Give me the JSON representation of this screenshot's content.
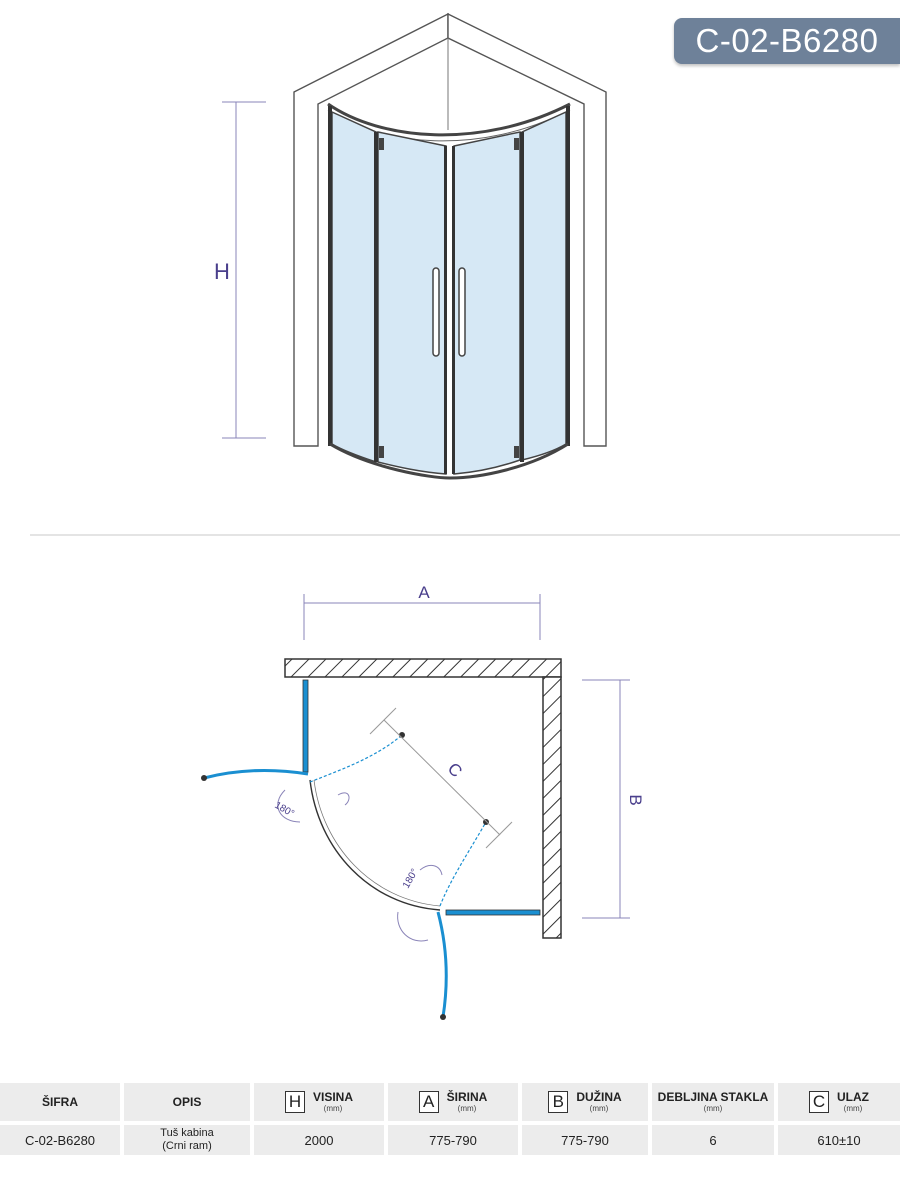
{
  "product_code": "C-02-B6280",
  "dimension_labels": {
    "h": "H",
    "a": "A",
    "b": "B",
    "c": "C",
    "angle_left": "180°",
    "angle_right": "180°"
  },
  "table": {
    "headers": {
      "sifra": "ŠIFRA",
      "opis": "OPIS",
      "visina_letter": "H",
      "visina": "VISINA",
      "visina_unit": "(mm)",
      "sirina_letter": "A",
      "sirina": "ŠIRINA",
      "sirina_unit": "(mm)",
      "duzina_letter": "B",
      "duzina": "DUŽINA",
      "duzina_unit": "(mm)",
      "debljina": "DEBLJINA STAKLA",
      "debljina_unit": "(mm)",
      "ulaz_letter": "C",
      "ulaz": "ULAZ",
      "ulaz_unit": "(mm)"
    },
    "row": {
      "sifra": "C-02-B6280",
      "opis_line1": "Tuš kabina",
      "opis_line2": "(Crni ram)",
      "visina": "2000",
      "sirina": "775-790",
      "duzina": "775-790",
      "debljina": "6",
      "ulaz": "610±10"
    }
  },
  "colors": {
    "badge": "#6e8199",
    "glass": "#d6e8f5",
    "door_blue": "#1a8fd1",
    "dimension": "#8a84b8"
  }
}
